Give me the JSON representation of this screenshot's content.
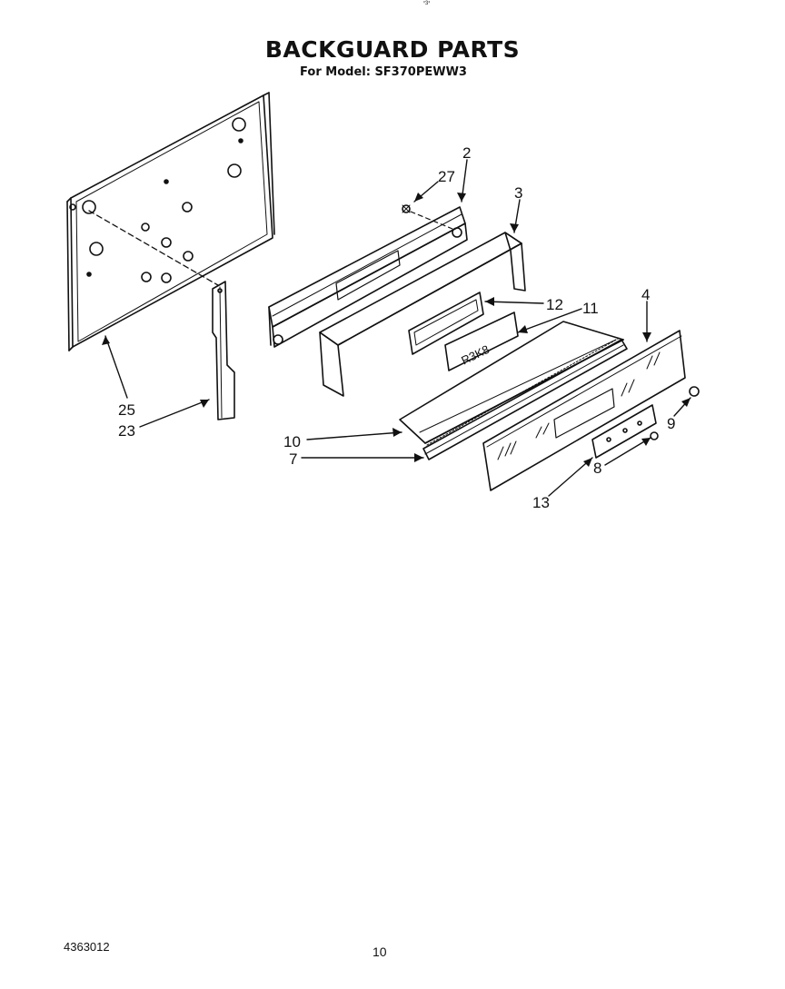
{
  "header": {
    "title": "BACKGUARD PARTS",
    "subtitle": "For Model: SF370PEWW3",
    "corner_mark": "'³'"
  },
  "footer": {
    "doc_number": "4363012",
    "page_number": "10"
  },
  "callouts": {
    "c2": "2",
    "c27": "27",
    "c3": "3",
    "c12": "12",
    "c11": "11",
    "c4": "4",
    "c9": "9",
    "c8": "8",
    "c13": "13",
    "c10": "10",
    "c7": "7",
    "c25": "25",
    "c23": "23"
  }
}
